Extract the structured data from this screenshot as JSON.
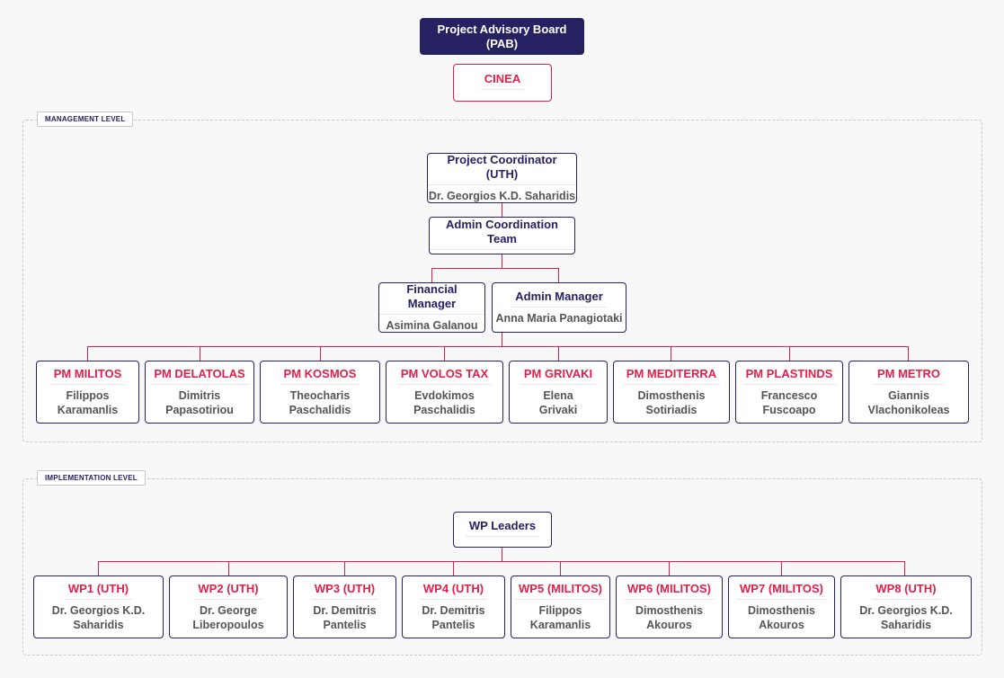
{
  "top": {
    "board": "Project Advisory Board (PAB)",
    "cinea": "CINEA"
  },
  "management": {
    "label": "MANAGEMENT LEVEL",
    "coordinator": {
      "title": "Project Coordinator (UTH)",
      "name": "Dr. Georgios K.D. Saharidis"
    },
    "admin_team": "Admin Coordination Team",
    "financial": {
      "title": "Financial Manager",
      "name": "Asimina Galanou"
    },
    "admin_manager": {
      "title": "Admin Manager",
      "name": "Anna Maria Panagiotaki"
    },
    "pms": [
      {
        "title": "PM MILITOS",
        "name1": "Filippos",
        "name2": "Karamanlis"
      },
      {
        "title": "PM DELATOLAS",
        "name1": "Dimitris",
        "name2": "Papasotiriou"
      },
      {
        "title": "PM KOSMOS",
        "name1": "Theocharis",
        "name2": "Paschalidis"
      },
      {
        "title": "PM VOLOS TAX",
        "name1": "Evdokimos",
        "name2": "Paschalidis"
      },
      {
        "title": "PM GRIVAKI",
        "name1": "Elena",
        "name2": "Grivaki"
      },
      {
        "title": "PM MEDITERRA",
        "name1": "Dimosthenis",
        "name2": "Sotiriadis"
      },
      {
        "title": "PM PLASTINDS",
        "name1": "Francesco",
        "name2": "Fuscoapo"
      },
      {
        "title": "PM METRO",
        "name1": "Giannis",
        "name2": "Vlachonikoleas"
      }
    ]
  },
  "implementation": {
    "label": "IMPLEMENTATION LEVEL",
    "wp_leaders": "WP Leaders",
    "wps": [
      {
        "title": "WP1 (UTH)",
        "name1": "Dr. Georgios K.D.",
        "name2": "Saharidis"
      },
      {
        "title": "WP2 (UTH)",
        "name1": "Dr. George",
        "name2": "Liberopoulos"
      },
      {
        "title": "WP3 (UTH)",
        "name1": "Dr. Demitris",
        "name2": "Pantelis"
      },
      {
        "title": "WP4 (UTH)",
        "name1": "Dr. Demitris",
        "name2": "Pantelis"
      },
      {
        "title": "WP5 (MILITOS)",
        "name1": "Filippos",
        "name2": "Karamanlis"
      },
      {
        "title": "WP6 (MILITOS)",
        "name1": "Dimosthenis",
        "name2": "Akouros"
      },
      {
        "title": "WP7 (MILITOS)",
        "name1": "Dimosthenis",
        "name2": "Akouros"
      },
      {
        "title": "WP8 (UTH)",
        "name1": "Dr. Georgios K.D.",
        "name2": "Saharidis"
      }
    ]
  },
  "colors": {
    "navy": "#262262",
    "red": "#e0204a",
    "background": "#f8f8f9"
  }
}
